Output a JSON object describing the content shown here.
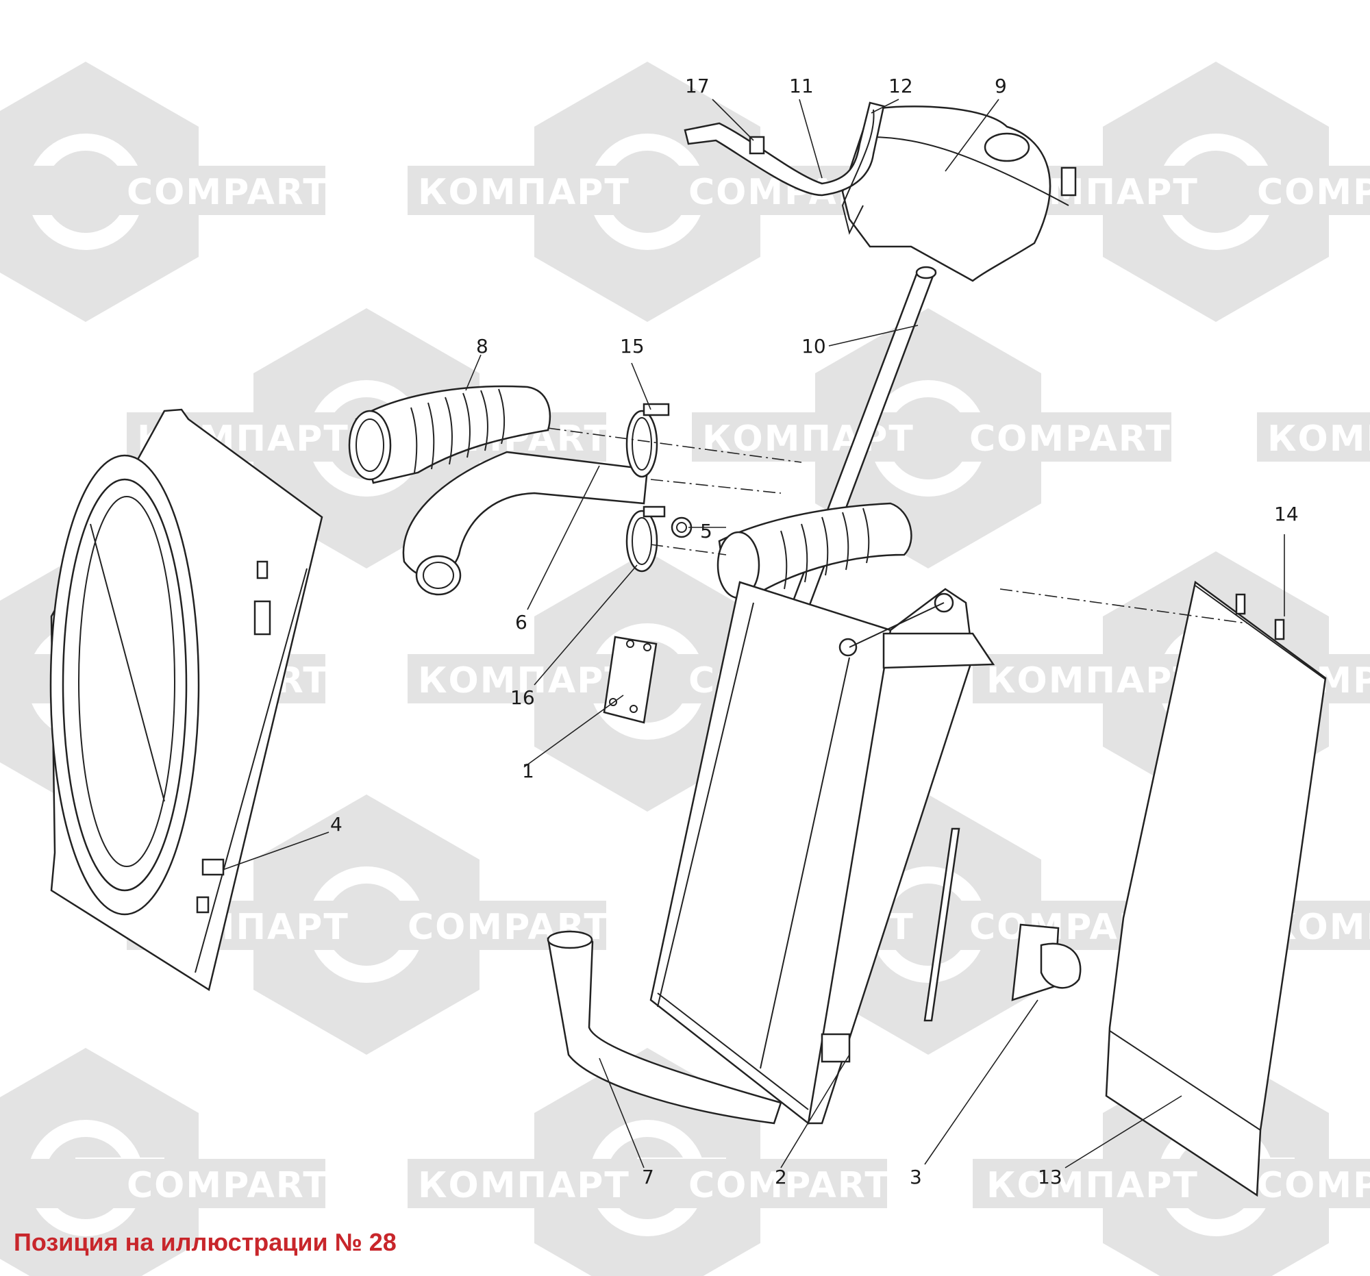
{
  "caption": "Позиция на иллюстрации № 28",
  "colors": {
    "caption": "#c8262b",
    "watermark_fill": "#e3e3e3",
    "line": "#222222"
  },
  "watermark": {
    "text_latin": "COMPART",
    "text_cyrillic": "КОМПАРТ"
  },
  "callouts": {
    "c1": "1",
    "c2": "2",
    "c3": "3",
    "c4": "4",
    "c5": "5",
    "c6": "6",
    "c7": "7",
    "c8": "8",
    "c9": "9",
    "c10": "10",
    "c11": "11",
    "c12": "12",
    "c13": "13",
    "c14": "14",
    "c15": "15",
    "c16": "16",
    "c17": "17"
  }
}
